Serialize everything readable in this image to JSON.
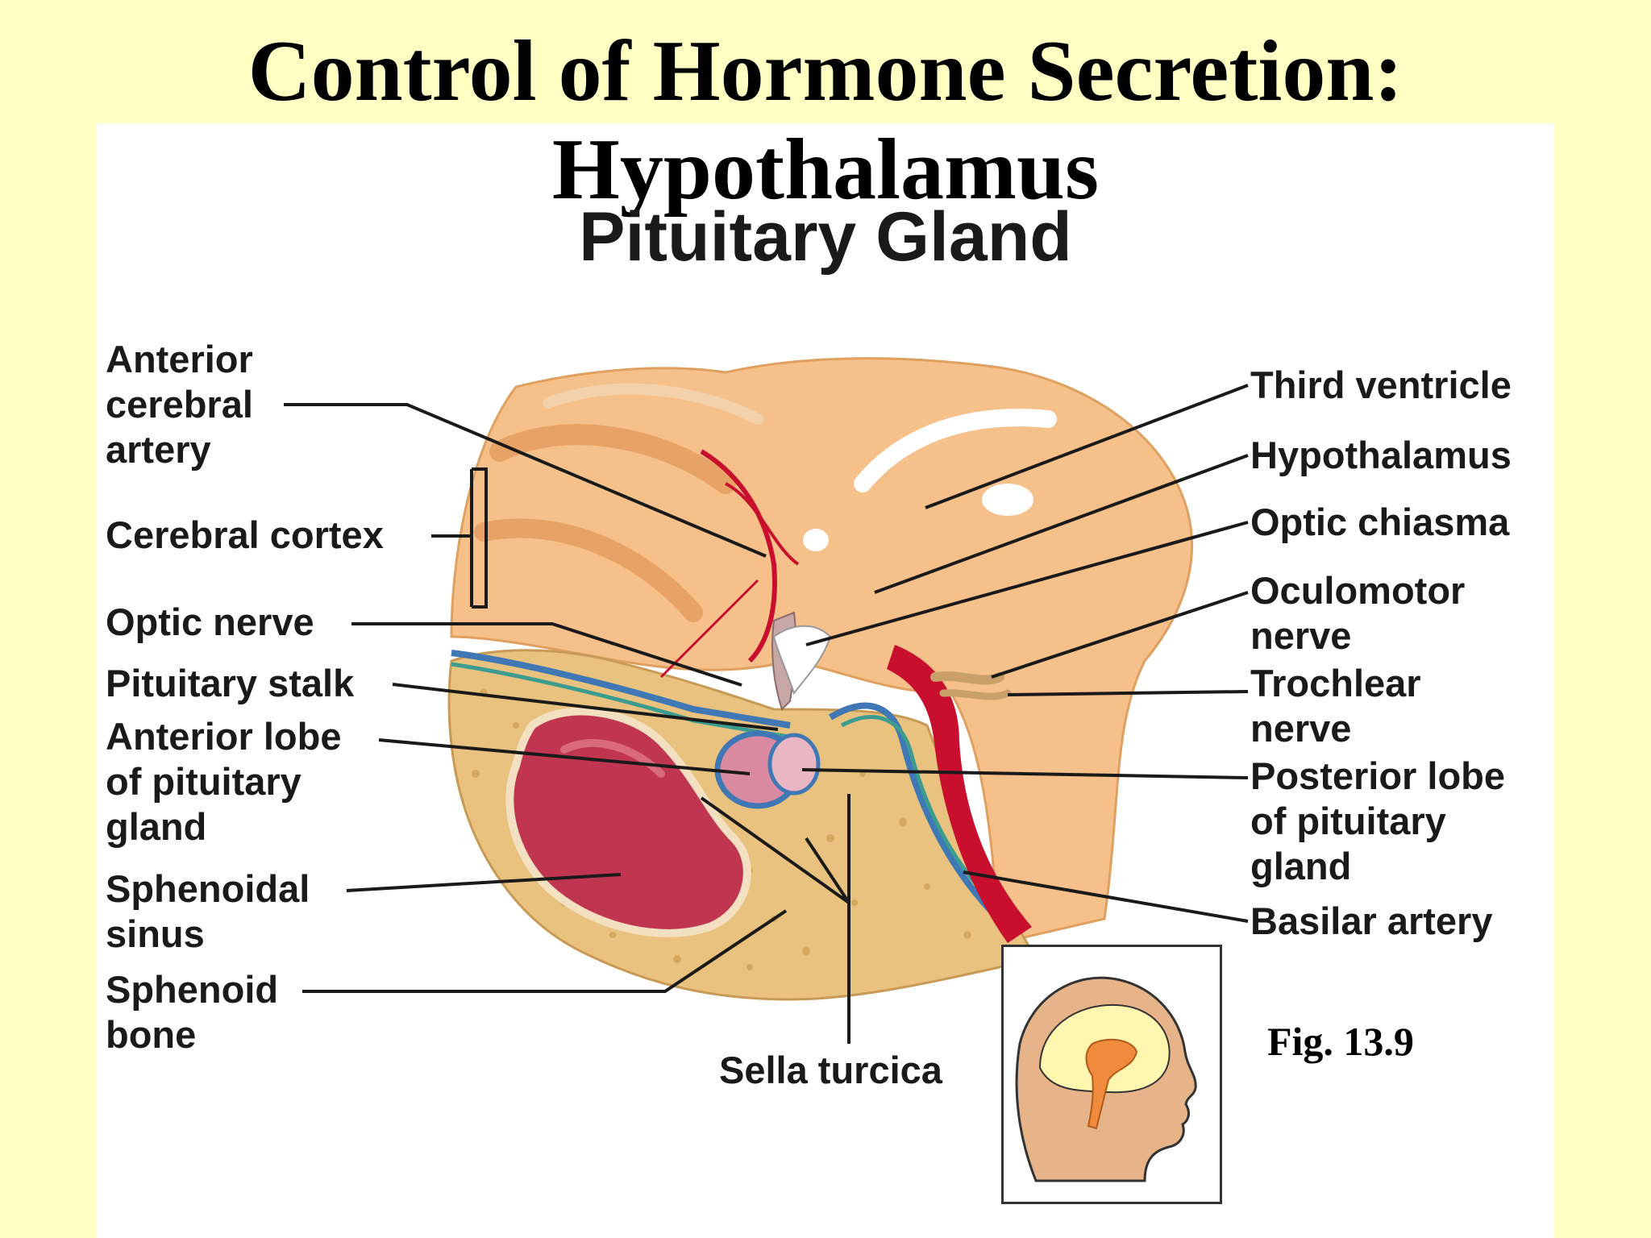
{
  "slide": {
    "title_line1": "Control of Hormone Secretion:",
    "title_line2": "Hypothalamus"
  },
  "figure": {
    "title": "Pituitary Gland",
    "fig_number": "Fig. 13.9",
    "labels": {
      "anterior_cerebral_artery": "Anterior\ncerebral\nartery",
      "cerebral_cortex": "Cerebral cortex",
      "optic_nerve": "Optic nerve",
      "pituitary_stalk": "Pituitary stalk",
      "anterior_lobe": "Anterior lobe\nof pituitary\ngland",
      "sphenoidal_sinus": "Sphenoidal\nsinus",
      "sphenoid_bone": "Sphenoid\nbone",
      "sella_turcica": "Sella turcica",
      "third_ventricle": "Third ventricle",
      "hypothalamus": "Hypothalamus",
      "optic_chiasma": "Optic chiasma",
      "oculomotor_nerve": "Oculomotor\nnerve",
      "trochlear_nerve": "Trochlear\nnerve",
      "posterior_lobe": "Posterior lobe\nof pituitary\ngland",
      "basilar_artery": "Basilar artery"
    }
  },
  "colors": {
    "slide_background": "#ffffc4",
    "brain_tissue": "#f6c08a",
    "bone": "#e8c27e",
    "sinus": "#c0354f",
    "artery": "#c8102e",
    "meninges_blue": "#3f78b5",
    "pituitary": "#d98aa0"
  }
}
